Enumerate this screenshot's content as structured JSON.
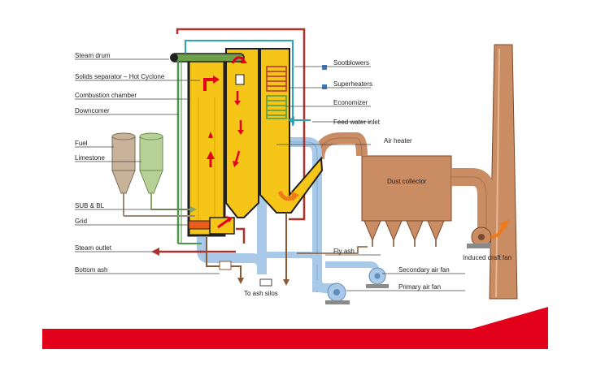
{
  "diagram": {
    "labels_left": {
      "steam_drum": "Steam drum",
      "solids_separator": "Solids separator – Hot Cyclone",
      "combustion_chamber": "Combustion chamber",
      "downcomer": "Downcomer",
      "fuel": "Fuel",
      "limestone": "Limestone",
      "sub_bl": "SUB & BL",
      "grid": "Grid",
      "steam_outlet": "Steam outlet",
      "bottom_ash": "Bottom ash"
    },
    "labels_right": {
      "sootblowers": "Sootblowers",
      "superheaters": "Superheaters",
      "economizer": "Economizer",
      "feed_water_inlet": "Feed water inlet",
      "air_heater": "Air heater",
      "fly_ash": "Fly ash",
      "secondary_air_fan": "Secondary air  fan",
      "primary_air_fan": "Primary air  fan",
      "induced_draft_fan": "Induced draft fan"
    },
    "labels_inline": {
      "dust_collector": "Dust collector",
      "to_ash_silos": "To ash silos"
    }
  },
  "colors": {
    "furnace_yellow": "#f5c518",
    "pipe_blue": "#a9c9e8",
    "collector_brown": "#c98c63",
    "riser_red": "#b0312a",
    "drum_green": "#6ea04a",
    "banner_red": "#e3001b"
  }
}
